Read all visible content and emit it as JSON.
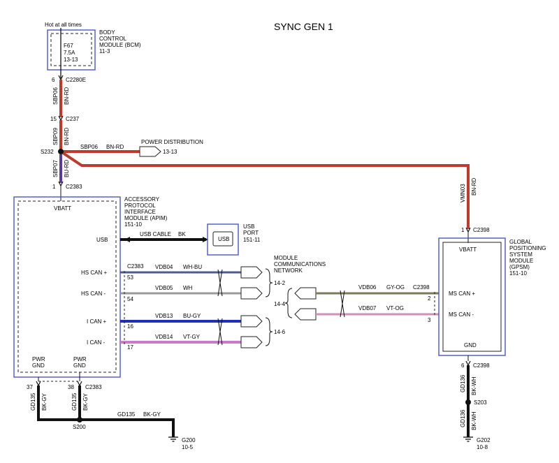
{
  "title": "SYNC GEN 1",
  "colors": {
    "bn_rd": "#c0392b",
    "bu_rd": "#5b3a9e",
    "bk": "#111111",
    "wh_bu": "#4d5a94",
    "wh": "#9a9a9a",
    "bu_gy": "#1f2fb8",
    "vt_gy": "#c77bc9",
    "gy_og": "#7d7a5a",
    "vt_og": "#d28fb8",
    "box_outline": "#4a55c8"
  },
  "bcm": {
    "hot_label": "Hot at all times",
    "fuse_id": "F67",
    "fuse_rating": "7.5A",
    "fuse_ref": "13-13",
    "name_lines": [
      "BODY",
      "CONTROL",
      "MODULE (BCM)",
      "11-3"
    ]
  },
  "connectors": {
    "c2280e_pin": "6",
    "c2280e": "C2280E",
    "c237_pin": "15",
    "c237": "C237",
    "c2383_pin": "1",
    "c2383": "C2383",
    "c2398_top_pin": "1",
    "c2398_top": "C2398",
    "c2383_can": "C2383",
    "c2398_can": "C2398",
    "c2383_gnd": "C2383",
    "c2398_gnd": "C2398",
    "c2398_gnd_pin": "6",
    "gnd_pin_37": "37",
    "gnd_pin_38": "38"
  },
  "circuits": {
    "sbp06_a": "SBP06",
    "sbp06_a_color": "BN-RD",
    "sbp09": "SBP09",
    "sbp09_color": "BN-RD",
    "sbp06_b": "SBP06",
    "sbp06_b_color": "BN-RD",
    "sbp07": "SBP07",
    "sbp07_color": "BU-RD",
    "vmn03": "VMN03",
    "vmn03_color": "BN-RD",
    "usb_cable": "USB CABLE",
    "usb_cable_color": "BK",
    "vdb04": "VDB04",
    "vdb04_color": "WH-BU",
    "vdb05": "VDB05",
    "vdb05_color": "WH",
    "vdb13": "VDB13",
    "vdb13_color": "BU-GY",
    "vdb14": "VDB14",
    "vdb14_color": "VT-GY",
    "vdb06": "VDB06",
    "vdb06_color": "GY-OG",
    "vdb07": "VDB07",
    "vdb07_color": "VT-OG",
    "gd135_a": "GD135",
    "gd135_a_color": "BK-GY",
    "gd135_b": "GD135",
    "gd135_b_color": "BK-GY",
    "gd135_c": "GD135",
    "gd135_c_color": "BK-GY",
    "gd136_a": "GD136",
    "gd136_a_color": "BK-WH",
    "gd136_b": "GD136",
    "gd136_b_color": "BK-WH"
  },
  "splices": {
    "s232": "S232",
    "s200": "S200",
    "s203": "S203"
  },
  "power_distribution": {
    "label": "POWER DISTRIBUTION",
    "ref": "13-13"
  },
  "apim": {
    "name_lines": [
      "ACCESSORY",
      "PROTOCOL",
      "INTERFACE",
      "MODULE (APIM)",
      "151-10"
    ],
    "vbatt": "VBATT",
    "usb": "USB",
    "hs_can_plus": "HS CAN +",
    "hs_can_minus": "HS CAN -",
    "i_can_plus": "I CAN +",
    "i_can_minus": "I CAN -",
    "pwr_gnd_1": [
      "PWR",
      "GND"
    ],
    "pwr_gnd_2": [
      "PWR",
      "GND"
    ],
    "pin_53": "53",
    "pin_54": "54",
    "pin_16": "16",
    "pin_17": "17"
  },
  "usb_port": {
    "inner": "USB",
    "name_lines": [
      "USB",
      "PORT",
      "151-11"
    ]
  },
  "mcn": {
    "name_lines": [
      "MODULE",
      "COMMUNICATIONS",
      "NETWORK"
    ],
    "ref_142": "14-2",
    "ref_144": "14-4",
    "ref_146": "14-6"
  },
  "gpsm": {
    "name_lines": [
      "GLOBAL",
      "POSITIONING",
      "SYSTEM",
      "MODULE",
      "(GPSM)",
      "151-10"
    ],
    "vbatt": "VBATT",
    "ms_can_plus": "MS CAN +",
    "ms_can_minus": "MS CAN -",
    "gnd": "GND",
    "pin_2": "2",
    "pin_3": "3"
  },
  "grounds": {
    "g200": "G200",
    "g200_ref": "10-5",
    "g202": "G202",
    "g202_ref": "10-8"
  }
}
